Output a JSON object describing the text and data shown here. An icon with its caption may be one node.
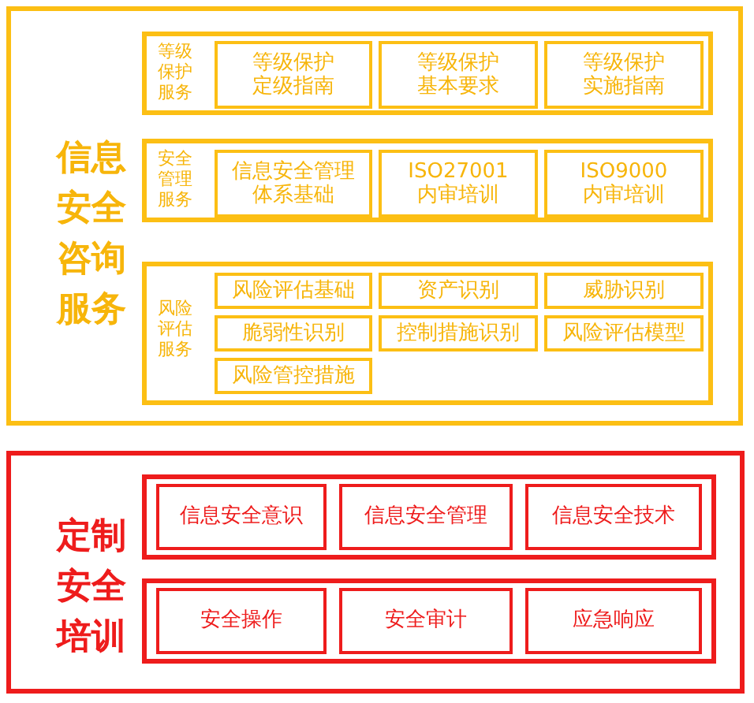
{
  "diagram": {
    "nodes": [
      {
        "text": [
          "信息安全咨询服务"
        ]
      },
      {
        "text": [
          "等级保护服务"
        ],
        "in": 0
      },
      {
        "text": [
          "等级保护定级指南"
        ],
        "in": 1
      },
      {
        "text": [
          "等级保护基本要求"
        ],
        "in": 1
      },
      {
        "text": [
          "等级保护实施指南"
        ],
        "in": 1
      },
      {
        "text": [
          "安全管理服务"
        ],
        "in": 0
      },
      {
        "text": [
          "信息安全管理体系基础"
        ],
        "in": 5
      },
      {
        "text": [
          "ISO27001内审培训"
        ],
        "in": 5
      },
      {
        "text": [
          "ISO9000内审培训"
        ],
        "in": 5
      },
      {
        "text": [
          "风险评估服务"
        ],
        "in": 0
      },
      {
        "text": [
          "风险评估基础"
        ],
        "in": 9
      },
      {
        "text": [
          "资产识别"
        ],
        "in": 9
      },
      {
        "text": [
          "威胁识别"
        ],
        "in": 9
      },
      {
        "text": [
          "脆弱性识别"
        ],
        "in": 9
      },
      {
        "text": [
          "控制措施识别"
        ],
        "in": 9
      },
      {
        "text": [
          "风险评估模型"
        ],
        "in": 9
      },
      {
        "text": [
          "风险管控措施"
        ],
        "in": 9
      },
      {
        "text": [
          "定制安全培训"
        ]
      },
      {
        "text": [],
        "shape": "box",
        "in": 17
      },
      {
        "text": [
          "信息安全意识"
        ],
        "in": 18
      },
      {
        "text": [
          "信息安全管理"
        ],
        "in": 18
      },
      {
        "text": [
          "信息安全技术"
        ],
        "in": 18
      },
      {
        "text": [],
        "shape": "box",
        "in": 17
      },
      {
        "text": [
          "安全操作"
        ],
        "in": 22
      },
      {
        "text": [
          "安全审计"
        ],
        "in": 22
      },
      {
        "text": [
          "应急响应"
        ],
        "in": 22
      }
    ]
  }
}
